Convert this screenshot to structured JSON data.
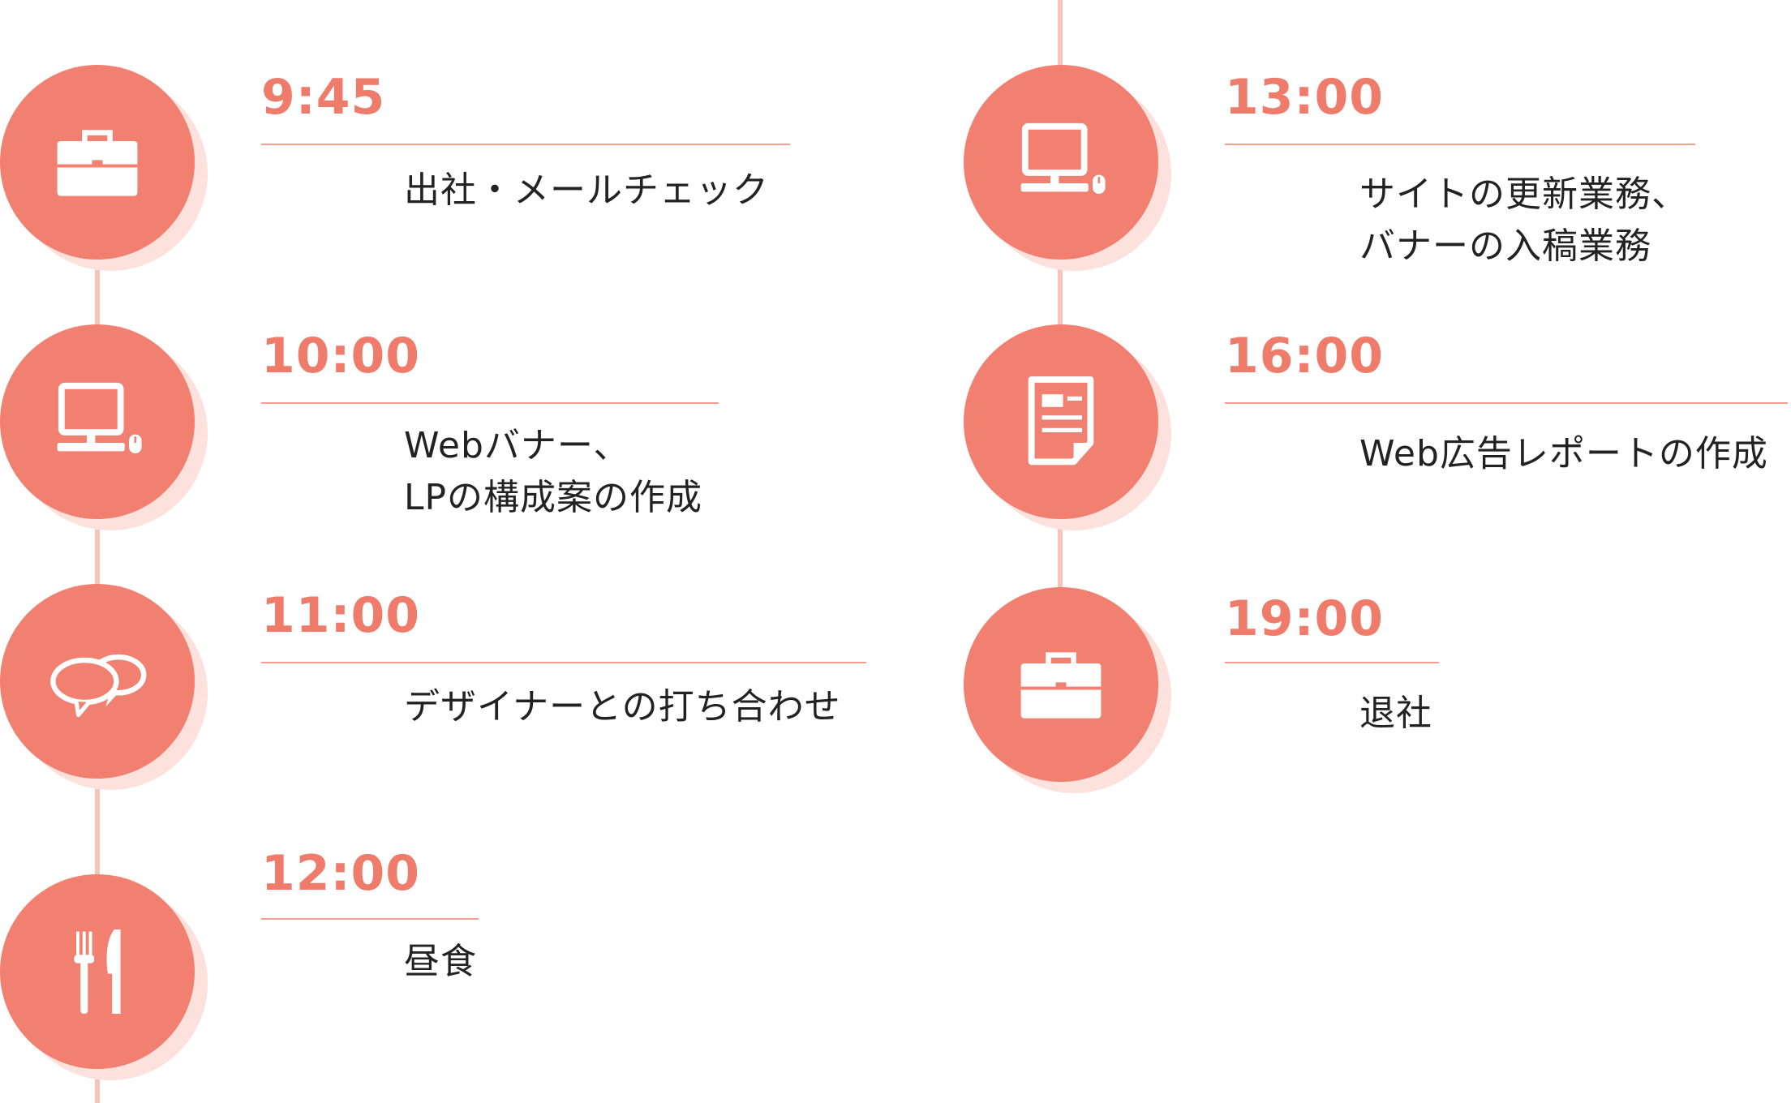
{
  "colors": {
    "accent": "#f18070",
    "time": "#ef7b6a",
    "line": "#f7c4ba",
    "shadow": "#fde1dd",
    "text": "#222222"
  },
  "left_column": [
    {
      "time": "9:45",
      "icon": "briefcase-icon",
      "description": "出社・メールチェック"
    },
    {
      "time": "10:00",
      "icon": "computer-icon",
      "description": "Webバナー、\nLPの構成案の作成"
    },
    {
      "time": "11:00",
      "icon": "speech-bubbles-icon",
      "description": "デザイナーとの打ち合わせ"
    },
    {
      "time": "12:00",
      "icon": "fork-knife-icon",
      "description": "昼食"
    }
  ],
  "right_column": [
    {
      "time": "13:00",
      "icon": "computer-icon",
      "description": "サイトの更新業務、\nバナーの入稿業務"
    },
    {
      "time": "16:00",
      "icon": "document-icon",
      "description": "Web広告レポートの作成"
    },
    {
      "time": "19:00",
      "icon": "briefcase-icon",
      "description": "退社"
    }
  ]
}
